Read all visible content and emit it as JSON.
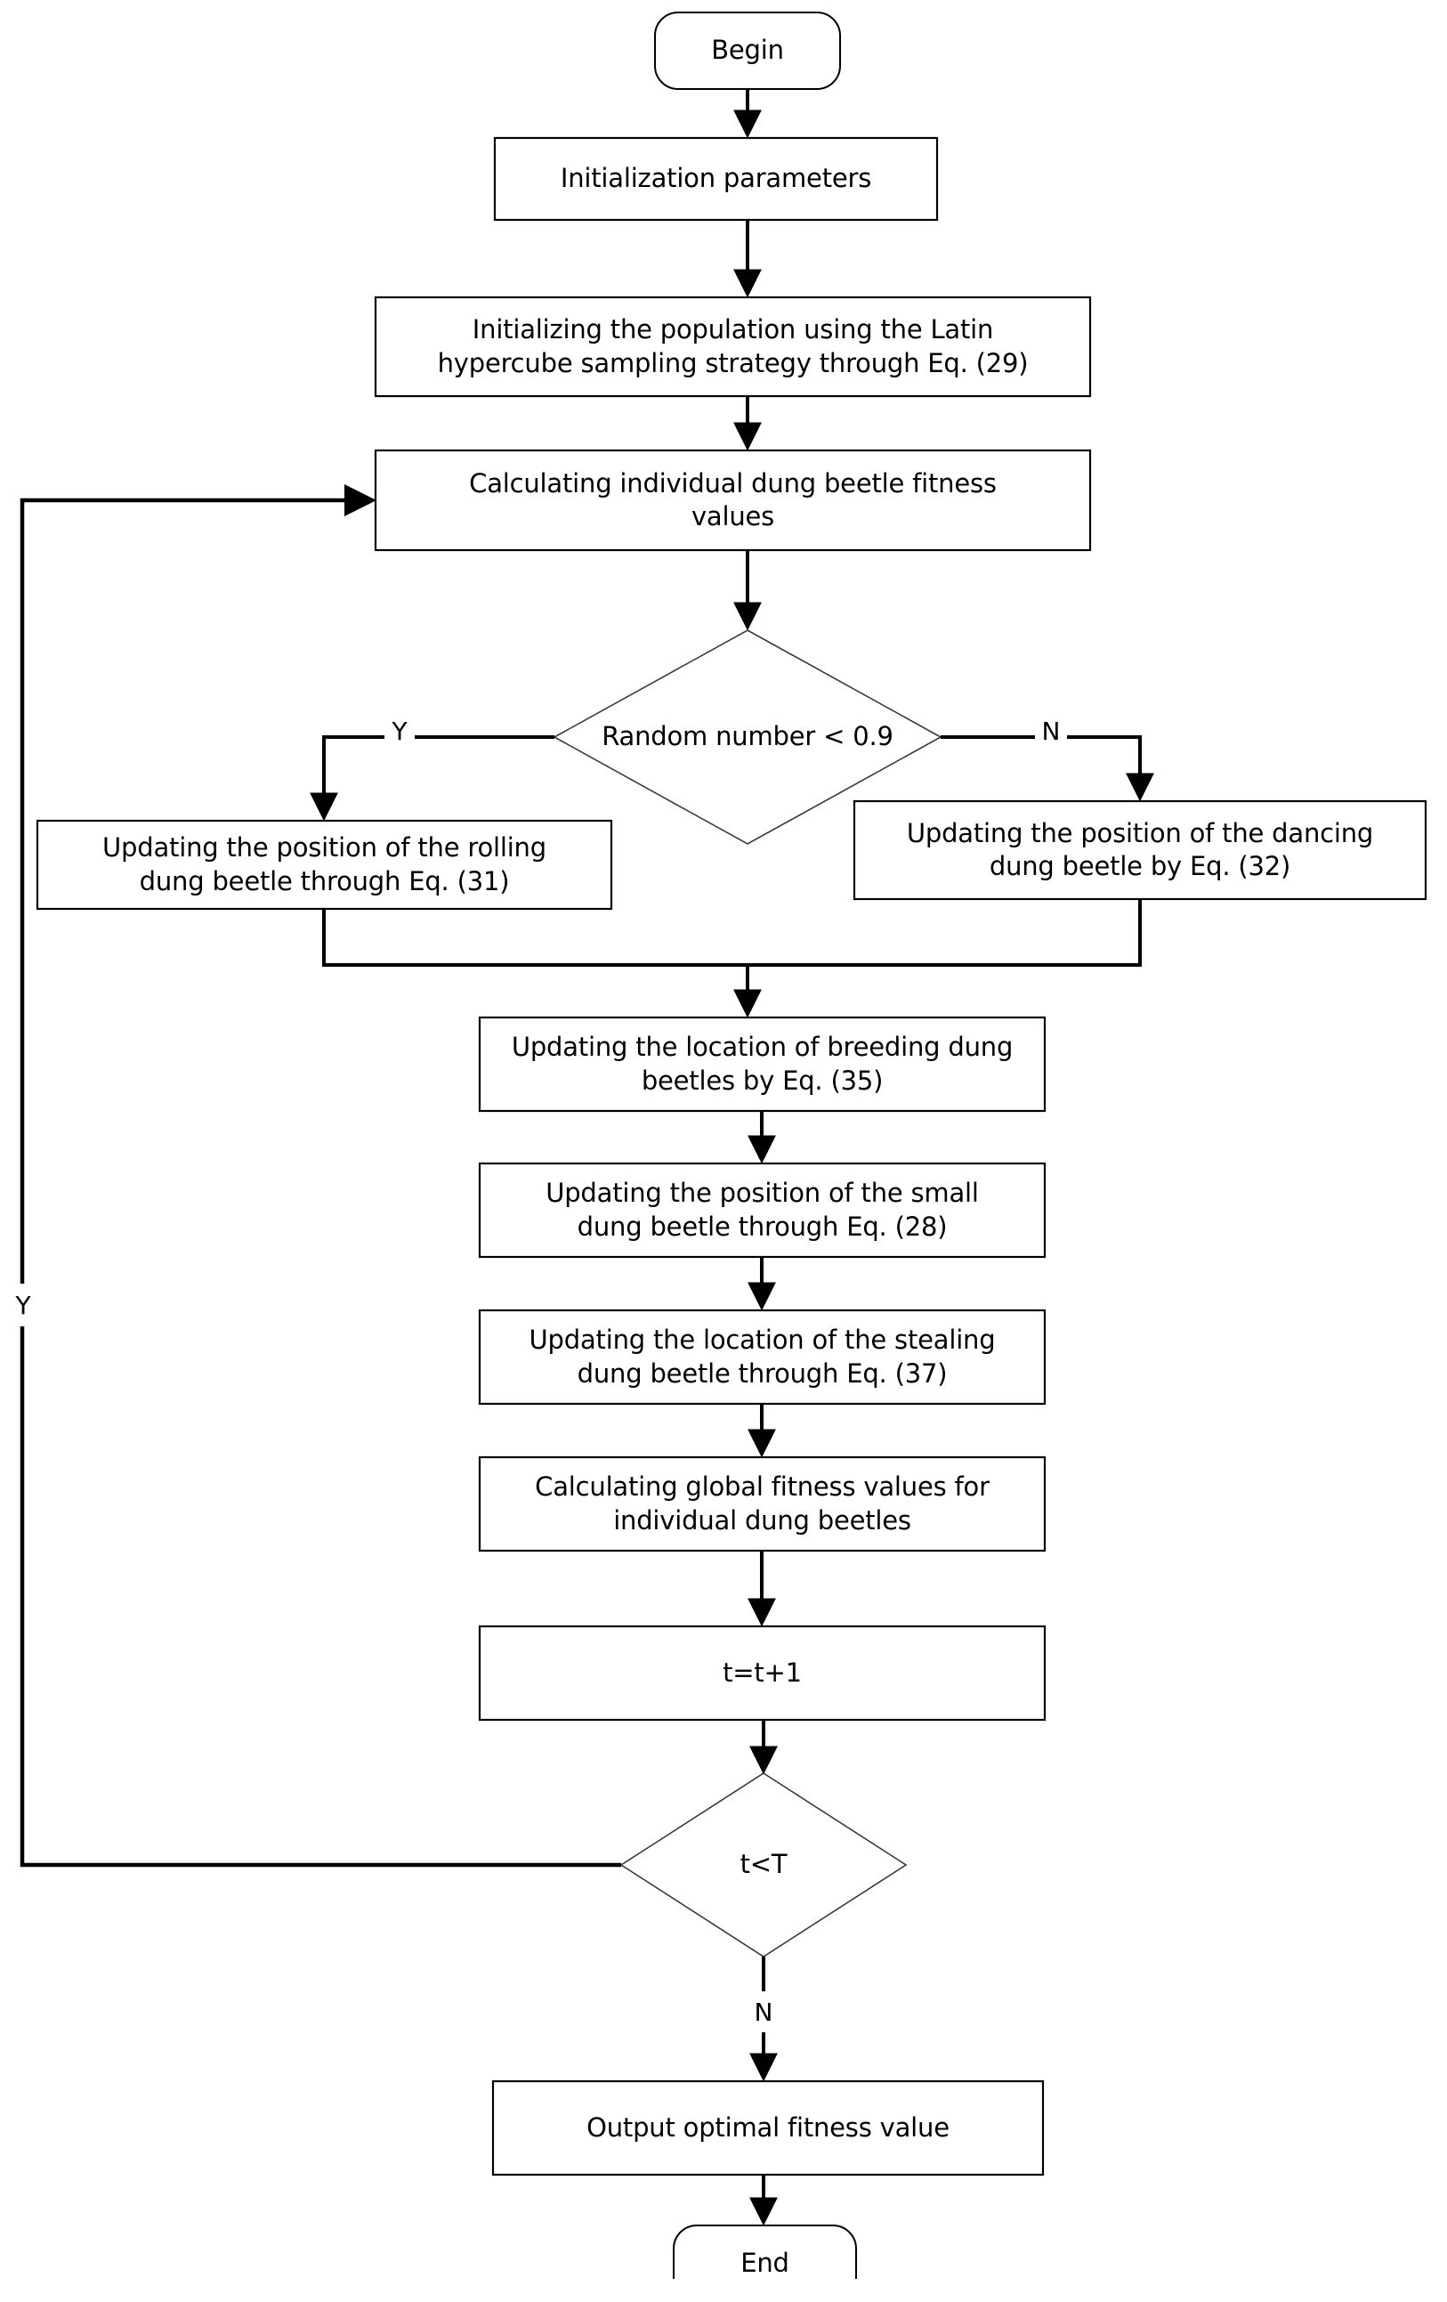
{
  "diagram": {
    "title": "Improved Dung Beetle Optimizer Algorithm Flowchart",
    "stroke_color": "#000000",
    "thin_stroke_color": "#3a3a3a",
    "fill_color": "#ffffff",
    "nodes": {
      "begin": {
        "text": "Begin",
        "shape": "terminator"
      },
      "init_params": {
        "text": "Initialization parameters",
        "shape": "process"
      },
      "init_population": {
        "text": "Initializing the population using the Latin hypercube sampling strategy through Eq. (29)",
        "line1": "Initializing the population using the Latin",
        "line2": "hypercube sampling strategy through Eq. (29)",
        "shape": "process"
      },
      "calc_fitness": {
        "text": "Calculating individual dung beetle fitness values",
        "line1": "Calculating individual dung beetle fitness",
        "line2": "values",
        "shape": "process"
      },
      "random_check": {
        "text": "Random number < 0.9",
        "shape": "decision"
      },
      "rolling": {
        "text": "Updating the position of the rolling dung beetle through Eq. (31)",
        "line1": "Updating the position of the rolling",
        "line2": "dung beetle through Eq. (31)",
        "shape": "process"
      },
      "dancing": {
        "text": "Updating the position of the dancing dung beetle by Eq. (32)",
        "line1": "Updating the position of the dancing",
        "line2": "dung beetle by Eq. (32)",
        "shape": "process"
      },
      "breeding": {
        "text": "Updating the location of breeding dung beetles by Eq. (35)",
        "line1": "Updating the location of breeding dung",
        "line2": "beetles by Eq. (35)",
        "shape": "process"
      },
      "small": {
        "text": "Updating the position of the small dung beetle through Eq. (28)",
        "line1": "Updating the position of the small",
        "line2": "dung beetle through Eq. (28)",
        "shape": "process"
      },
      "stealing": {
        "text": "Updating the location of the stealing dung beetle through Eq. (37)",
        "line1": "Updating the location of the stealing",
        "line2": "dung beetle through Eq. (37)",
        "shape": "process"
      },
      "global_fitness": {
        "text": "Calculating global fitness values for individual dung beetles",
        "line1": "Calculating global fitness values for",
        "line2": "individual dung beetles",
        "shape": "process"
      },
      "increment": {
        "text": "t=t+1",
        "shape": "process"
      },
      "loop_check": {
        "text": "t<T",
        "shape": "decision"
      },
      "output": {
        "text": "Output optimal fitness value",
        "shape": "process"
      },
      "end": {
        "text": "End",
        "shape": "terminator"
      }
    },
    "edge_labels": {
      "random_yes": "Y",
      "random_no": "N",
      "loop_yes": "Y",
      "loop_no": "N"
    }
  }
}
